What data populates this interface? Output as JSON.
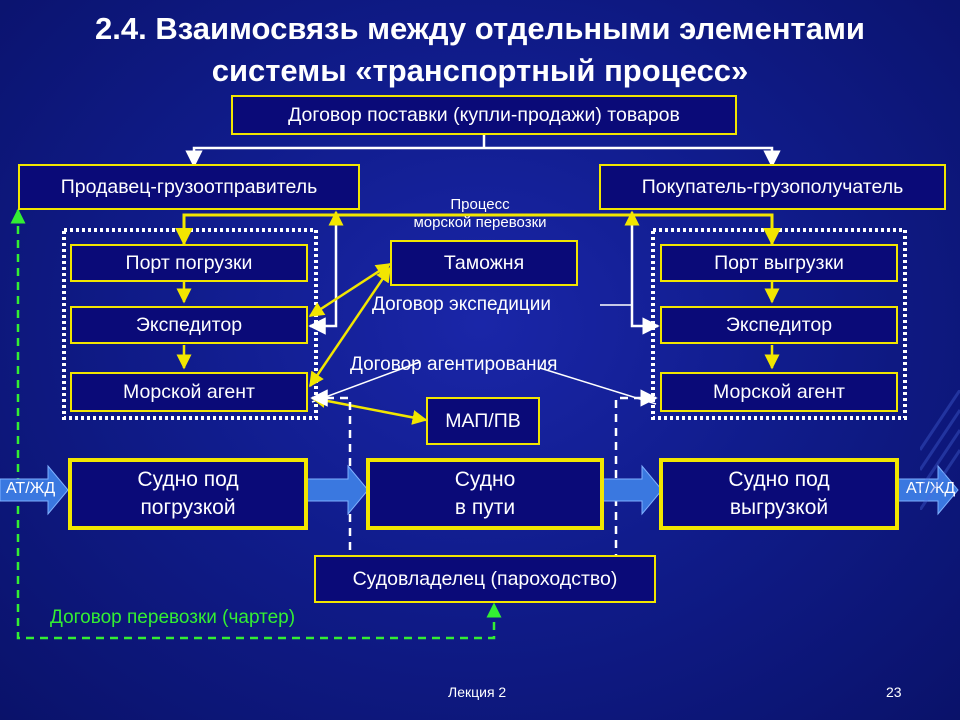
{
  "title": {
    "line1": "2.4. Взаимосвязь между отдельными элементами",
    "line2": "системы «транспортный процесс»"
  },
  "boxes": {
    "contract": "Договор поставки (купли-продажи) товаров",
    "seller": "Продавец-грузоотправитель",
    "buyer": "Покупатель-грузополучатель",
    "customs": "Таможня",
    "port_load": "Порт погрузки",
    "forwarder_left": "Экспедитор",
    "agent_left": "Морской агент",
    "port_unload": "Порт выгрузки",
    "forwarder_right": "Экспедитор",
    "agent_right": "Морской агент",
    "map": "МАП/ПВ",
    "ship_loading_l1": "Судно под",
    "ship_loading_l2": "погрузкой",
    "ship_transit_l1": "Судно",
    "ship_transit_l2": "в пути",
    "ship_unloading_l1": "Судно под",
    "ship_unloading_l2": "выгрузкой",
    "shipowner": "Судовладелец (пароходство)"
  },
  "labels": {
    "process_l1": "Процесс",
    "process_l2": "морской перевозки",
    "expedition_contract": "Договор экспедиции",
    "agency_contract": "Договор агентирования",
    "charter_contract": "Договор перевозки (чартер)",
    "at_left": "АТ/ЖД",
    "at_right": "АТ/ЖД"
  },
  "footer": {
    "lecture": "Лекция 2",
    "page": "23"
  },
  "colors": {
    "background": "#101c8c",
    "box_border": "#f2e600",
    "arrow_yellow": "#f2e600",
    "arrow_white": "#ffffff",
    "dashed_green": "#33ee33",
    "flow_arrow": "#3a78e0"
  }
}
